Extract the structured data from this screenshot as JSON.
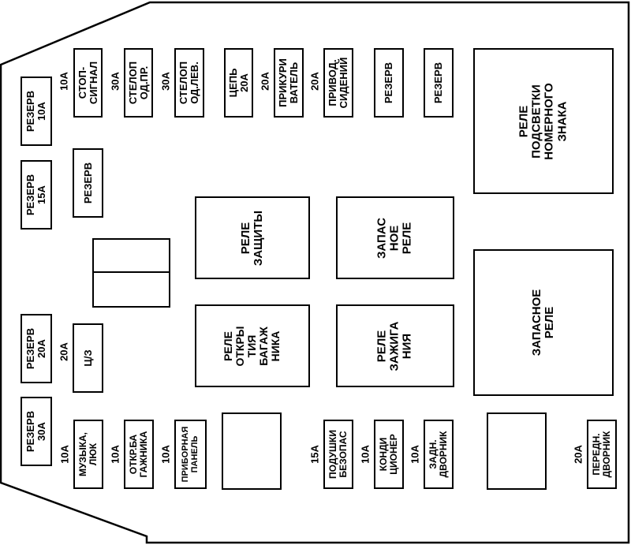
{
  "fuses": [
    {
      "id": "stop",
      "label": "СТОП-\nСИГНАЛ",
      "amp": "10A"
    },
    {
      "id": "stelop-r",
      "label": "СТЕЛОП\nОД.ПР.",
      "amp": "30A"
    },
    {
      "id": "stelop-l",
      "label": "СТЕЛОП\nОД.ЛЕВ.",
      "amp": "30A"
    },
    {
      "id": "cep",
      "label": "ЦЕПЬ\n20A",
      "amp": ""
    },
    {
      "id": "prikur",
      "label": "ПРИКУРИ\nВАТЕЛЬ",
      "amp": "20A"
    },
    {
      "id": "privod",
      "label": "ПРИВОД.\nСИДЕНИЙ",
      "amp": "20A"
    },
    {
      "id": "rez-t1",
      "label": "РЕЗЕРВ",
      "amp": ""
    },
    {
      "id": "rez-t2",
      "label": "РЕЗЕРВ",
      "amp": ""
    },
    {
      "id": "rez10",
      "label": "РЕЗЕРВ\n10A",
      "amp": ""
    },
    {
      "id": "rez15",
      "label": "РЕЗЕРВ\n15A",
      "amp": ""
    },
    {
      "id": "rez-m",
      "label": "РЕЗЕРВ",
      "amp": ""
    },
    {
      "id": "rez20",
      "label": "РЕЗЕРВ\n20A",
      "amp": ""
    },
    {
      "id": "c3",
      "label": "Ц/З",
      "amp": "20A"
    },
    {
      "id": "rez30",
      "label": "РЕЗЕРВ\n30A",
      "amp": ""
    },
    {
      "id": "music",
      "label": "МУЗЫКА,\nЛЮК",
      "amp": "10A"
    },
    {
      "id": "trunk",
      "label": "ОТКР.БА\nГАЖНИКА",
      "amp": "10A"
    },
    {
      "id": "dash",
      "label": "ПРИБОРНАЯ\nПАНЕЛЬ",
      "amp": "10A"
    },
    {
      "id": "airbag",
      "label": "ПОДУШКИ\nБЕЗОПАС",
      "amp": "15A"
    },
    {
      "id": "ac",
      "label": "КОНДИ\nЦИОНЕР",
      "amp": "10A"
    },
    {
      "id": "rear-wip",
      "label": "ЗАДН.\nДВОРНИК",
      "amp": "10A"
    },
    {
      "id": "front-wip",
      "label": "ПЕРЕДН.\nДВОРНИК",
      "amp": "20A"
    }
  ],
  "relays": [
    {
      "id": "plate",
      "label": "РЕЛЕ\nПОДСВЕТКИ\nНОМЕРНОГО\nЗНАКА"
    },
    {
      "id": "protect",
      "label": "РЕЛЕ\nЗАЩИТЫ"
    },
    {
      "id": "spare1",
      "label": "ЗАПАС\nНОЕ\nРЕЛЕ"
    },
    {
      "id": "spare2",
      "label": "ЗАПАСНОЕ\nРЕЛЕ"
    },
    {
      "id": "trunkrel",
      "label": "РЕЛЕ\nОТКРЫ\nТИЯ\nБАГАЖ\nНИКА"
    },
    {
      "id": "ignition",
      "label": "РЕЛЕ\nЗАЖИГА\nНИЯ"
    }
  ]
}
